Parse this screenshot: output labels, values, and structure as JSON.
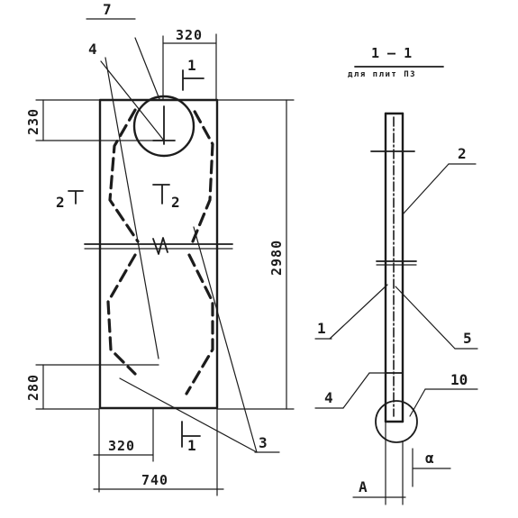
{
  "dimensions": {
    "top_width": "320",
    "top_offset": "230",
    "height": "2980",
    "bottom_offset": "280",
    "bottom_width": "320",
    "total_width": "740"
  },
  "callouts": {
    "c1": "1",
    "c2": "2",
    "c3": "3",
    "c4": "4",
    "c5": "5",
    "c7": "7",
    "c10": "10"
  },
  "sections": {
    "cut_1_top": "1",
    "cut_1_bottom": "1",
    "cut_2_left": "2",
    "cut_2_right": "2"
  },
  "section_view": {
    "title": "1 — 1",
    "subtitle": "для плит ПЗ",
    "dim_a": "А",
    "dim_a_right": "α"
  }
}
